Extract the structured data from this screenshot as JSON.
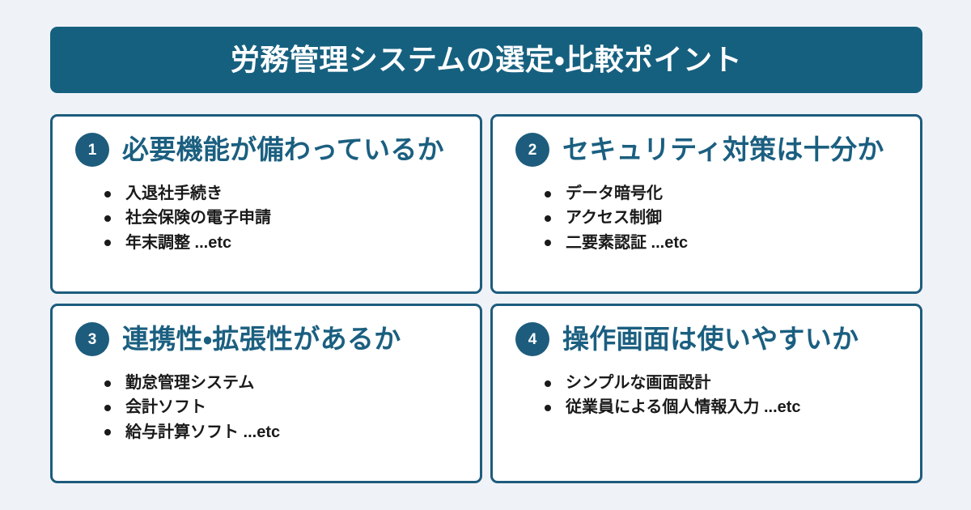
{
  "page": {
    "background_color": "#eff3f8",
    "accent_color": "#16607f",
    "card_border_color": "#1d5c7d",
    "title_color": "#1b5f80",
    "body_text_color": "#1a1a1a"
  },
  "header": {
    "title": "労務管理システムの選定・比較ポイント"
  },
  "cards": [
    {
      "number": "1",
      "title": "必要機能が備わっているか",
      "items": [
        "入退社手続き",
        "社会保険の電子申請",
        "年末調整  ...etc"
      ]
    },
    {
      "number": "2",
      "title": "セキュリティ対策は十分か",
      "items": [
        "データ暗号化",
        "アクセス制御",
        "二要素認証 ...etc"
      ]
    },
    {
      "number": "3",
      "title": "連携性・拡張性があるか",
      "items": [
        "勤怠管理システム",
        "会計ソフト",
        "給与計算ソフト ...etc"
      ]
    },
    {
      "number": "4",
      "title": "操作画面は使いやすいか",
      "items": [
        "シンプルな画面設計",
        "従業員による個人情報入力 ...etc"
      ]
    }
  ]
}
